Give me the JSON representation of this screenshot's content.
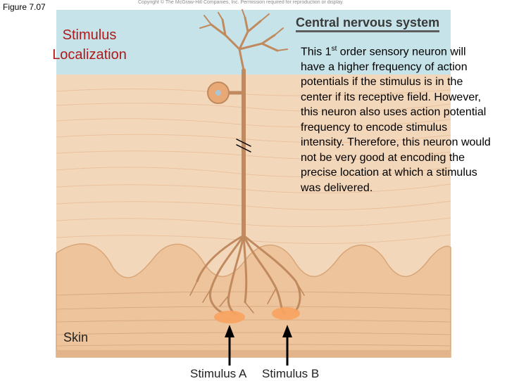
{
  "header": {
    "figure_label": "Figure 7.07",
    "copyright": "Copyright © The McGraw-Hill Companies, Inc. Permission required for reproduction or display."
  },
  "slide": {
    "title_line1": "Stimulus",
    "title_line2": "Localization"
  },
  "diagram": {
    "cns_label": "Central nervous system",
    "skin_label": "Skin",
    "stimulus_a_label": "Stimulus A",
    "stimulus_b_label": "Stimulus B"
  },
  "explanation": {
    "before_sup": "This 1",
    "sup": "st",
    "after_sup": " order sensory neuron will have a higher frequency of action potentials if the stimulus is in the center if its receptive field. However, this neuron also uses action potential frequency to encode stimulus intensity. Therefore, this neuron would not be very good at encoding the precise location at which a stimulus was delivered."
  },
  "colors": {
    "cns_band": "#c5e3e8",
    "tissue": "#f0cfae",
    "epidermis": "#e8bb8f",
    "neuron": "#c08a5e",
    "receptive_field": "#f7a360",
    "title": "#b0191a"
  }
}
